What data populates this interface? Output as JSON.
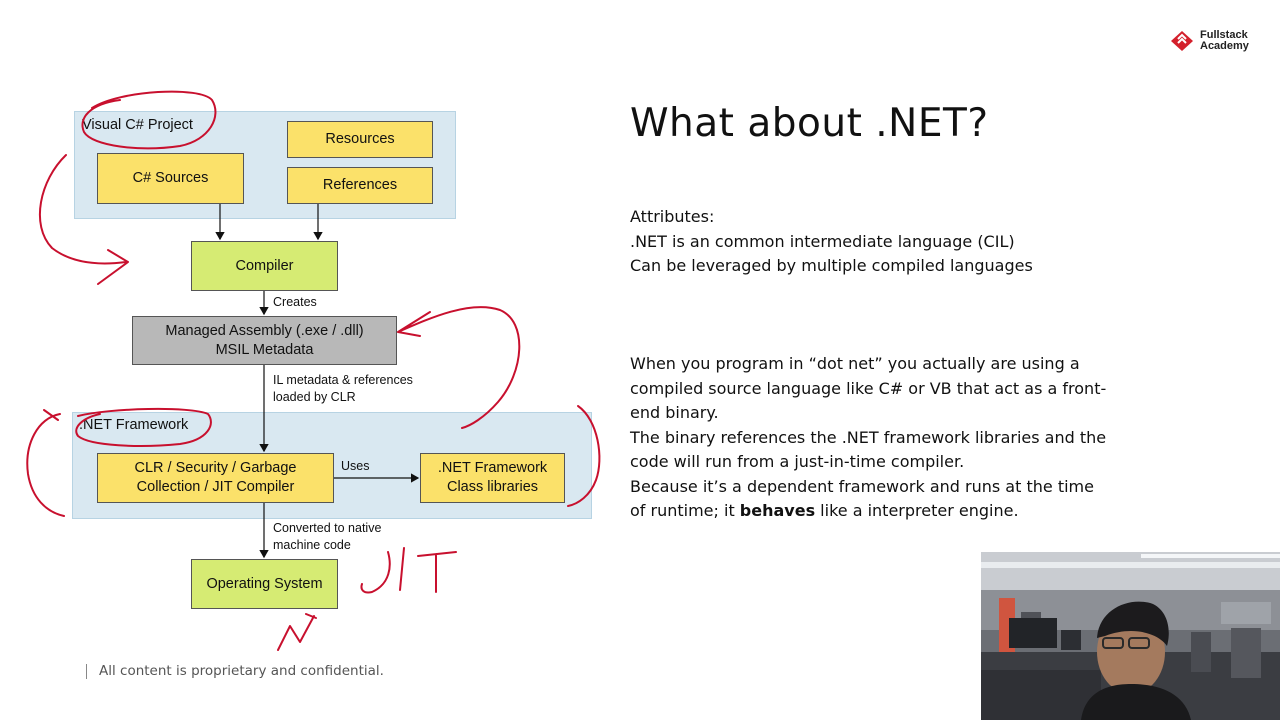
{
  "slide": {
    "title": "What about .NET?",
    "attributes": {
      "heading": "Attributes:",
      "line1": ".NET is an common intermediate language (CIL)",
      "line2": "Can be leveraged by multiple compiled languages"
    },
    "body": {
      "line1": "When you program in “dot net” you actually are using a",
      "line2": "compiled source language like C# or VB that act as a front-",
      "line3": "end binary.",
      "line4": "The binary references the .NET framework libraries and the",
      "line5": "code will run from a just-in-time compiler.",
      "line6": "Because it’s a dependent framework and runs at the time",
      "line7_prefix": "of runtime; it ",
      "line7_bold": "behaves",
      "line7_suffix": " like a interpreter engine."
    },
    "footer": "All content is proprietary and confidential."
  },
  "logo": {
    "line1": "Fullstack",
    "line2": "Academy",
    "color": "#d4202c"
  },
  "diagram": {
    "group_project": "Visual C# Project",
    "resources": "Resources",
    "csharp_sources": "C# Sources",
    "references": "References",
    "compiler": "Compiler",
    "creates": "Creates",
    "assembly_line1": "Managed Assembly (.exe / .dll)",
    "assembly_line2": "MSIL Metadata",
    "il_note_line1": "IL metadata & references",
    "il_note_line2": "loaded by CLR",
    "group_framework": ".NET Framework",
    "clr_line1": "CLR / Security / Garbage",
    "clr_line2": "Collection / JIT Compiler",
    "uses": "Uses",
    "classlib_line1": ".NET Framework",
    "classlib_line2": "Class libraries",
    "converted_line1": "Converted to native",
    "converted_line2": "machine code",
    "os": "Operating System"
  },
  "colors": {
    "yellow_box": "#fbe16a",
    "green_box": "#d6eb73",
    "grey_box": "#b8b8b8",
    "group_bg": "#d9e8f1",
    "annotation_ink": "#c8102e"
  }
}
